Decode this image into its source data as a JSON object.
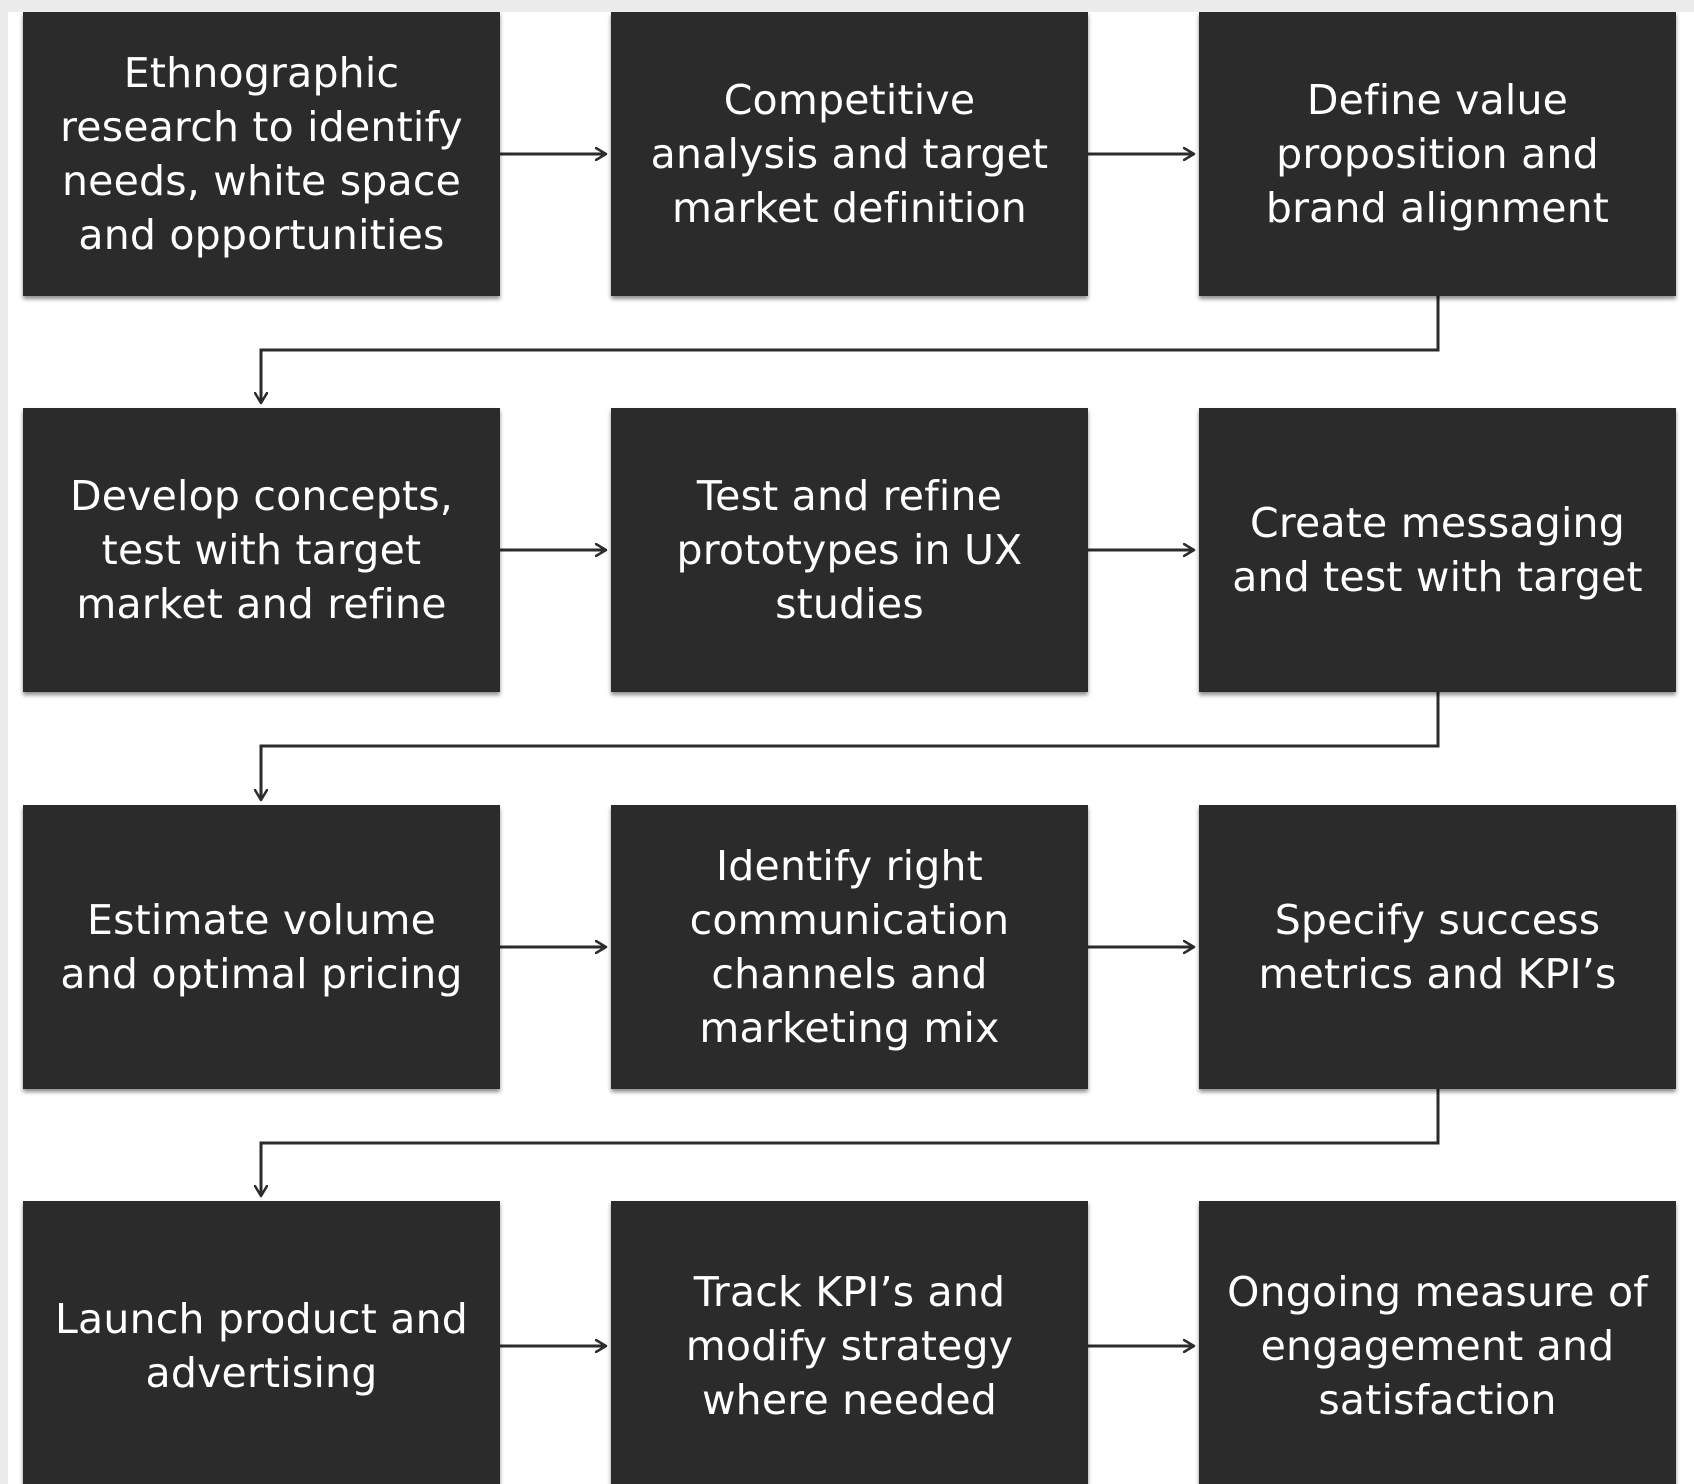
{
  "diagram": {
    "rows": [
      {
        "steps": [
          {
            "label": "Ethnographic\nresearch to identify\nneeds, white space\nand opportunities"
          },
          {
            "label": "Competitive\nanalysis and target\nmarket definition"
          },
          {
            "label": "Define value\nproposition and\nbrand alignment"
          }
        ]
      },
      {
        "steps": [
          {
            "label": "Develop concepts,\ntest with target\nmarket and refine"
          },
          {
            "label": "Test and refine\nprototypes in UX\nstudies"
          },
          {
            "label": "Create messaging\nand test with target"
          }
        ]
      },
      {
        "steps": [
          {
            "label": "Estimate volume\nand optimal pricing"
          },
          {
            "label": "Identify right\ncommunication\nchannels and\nmarketing mix"
          },
          {
            "label": "Specify success\nmetrics and KPI’s"
          }
        ]
      },
      {
        "steps": [
          {
            "label": "Launch product and\nadvertising"
          },
          {
            "label": "Track KPI’s and\nmodify strategy\nwhere needed"
          },
          {
            "label": "Ongoing measure of\nengagement and\nsatisfaction"
          }
        ]
      }
    ],
    "colors": {
      "box_fill": "#2b2b2b",
      "box_text": "#ffffff",
      "connector": "#2b2b2b",
      "background": "#ffffff"
    }
  }
}
